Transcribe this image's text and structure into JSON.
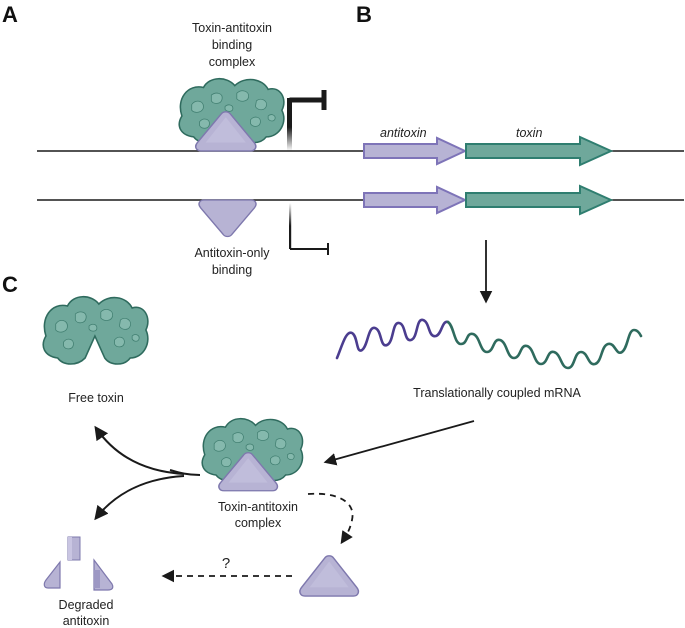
{
  "panels": {
    "a": "A",
    "b": "B",
    "c": "C"
  },
  "labels": {
    "ta_complex": [
      "Toxin-antitoxin",
      "binding",
      "complex"
    ],
    "antitoxin_only": [
      "Antitoxin-only",
      "binding"
    ],
    "free_toxin": "Free toxin",
    "mrna": "Translationally coupled mRNA",
    "ta_complex_c": [
      "Toxin-antitoxin",
      "complex"
    ],
    "degraded": [
      "Degraded",
      "antitoxin"
    ],
    "question": "?"
  },
  "genes": {
    "antitoxin": "antitoxin",
    "toxin": "toxin"
  },
  "colors": {
    "toxin_fill": "#6fa89b",
    "toxin_stroke": "#2f6b5e",
    "antitoxin_fill": "#b7b3d4",
    "antitoxin_stroke": "#7e78ad",
    "gene_antitoxin_stroke": "#7e74b8",
    "gene_toxin_stroke": "#2f7e70",
    "mrna_antitoxin": "#4b3d8f",
    "mrna_toxin": "#2f6b5e",
    "line": "#1a1a1a"
  }
}
